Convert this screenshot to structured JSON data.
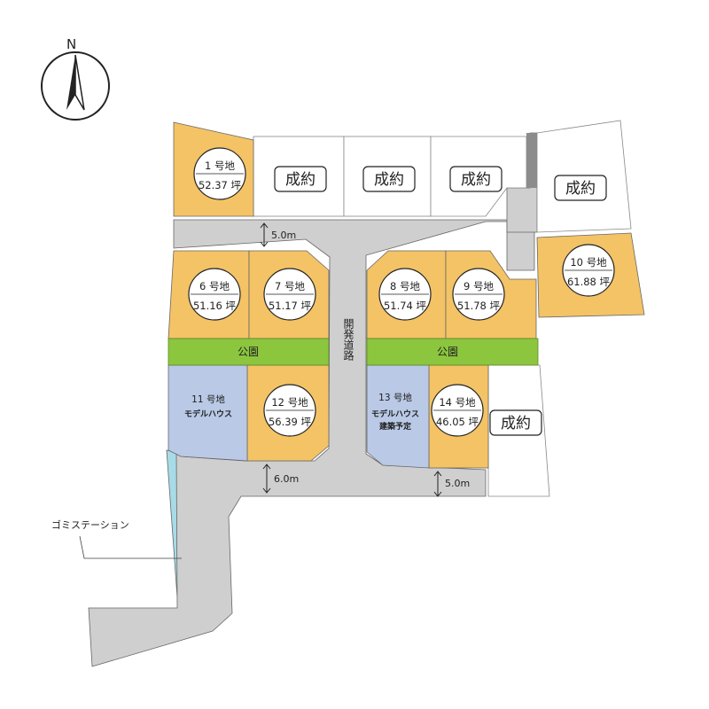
{
  "compass": {
    "letter": "N"
  },
  "road": {
    "label": "開発道路"
  },
  "dimensions": {
    "top_road": "5.0m",
    "bottom_road_left": "6.0m",
    "bottom_road_right": "5.0m"
  },
  "parks": {
    "left": "公園",
    "right": "公園"
  },
  "garbage_station": "ゴミステーション",
  "sold": {
    "label": "成約"
  },
  "lots": {
    "lot1": {
      "number": "1 号地",
      "area": "52.37 坪"
    },
    "lot6": {
      "number": "6 号地",
      "area": "51.16 坪"
    },
    "lot7": {
      "number": "7 号地",
      "area": "51.17 坪"
    },
    "lot8": {
      "number": "8 号地",
      "area": "51.74 坪"
    },
    "lot9": {
      "number": "9 号地",
      "area": "51.78 坪"
    },
    "lot10": {
      "number": "10 号地",
      "area": "61.88 坪"
    },
    "lot11": {
      "number": "11 号地",
      "note": "モデルハウス"
    },
    "lot12": {
      "number": "12 号地",
      "area": "56.39 坪"
    },
    "lot13": {
      "number": "13 号地",
      "note": "モデルハウス",
      "note2": "建築予定"
    },
    "lot14": {
      "number": "14 号地",
      "area": "46.05 坪"
    }
  },
  "colors": {
    "available": "#f4c366",
    "model_house": "#b9c9e6",
    "park": "#8cc63f",
    "road": "#cfcfcf",
    "water": "#a8dbe8"
  }
}
